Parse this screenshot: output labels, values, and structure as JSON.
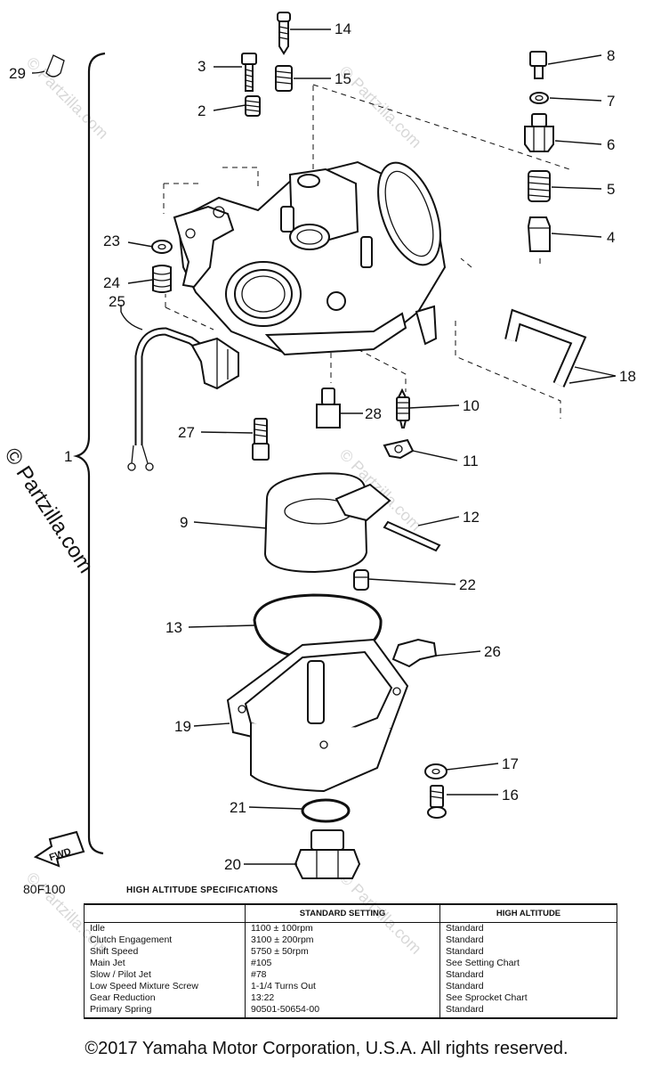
{
  "watermark": {
    "text": "© Partzilla.com"
  },
  "callouts": [
    {
      "id": "1",
      "label": "1"
    },
    {
      "id": "2",
      "label": "2"
    },
    {
      "id": "3",
      "label": "3"
    },
    {
      "id": "4",
      "label": "4"
    },
    {
      "id": "5",
      "label": "5"
    },
    {
      "id": "6",
      "label": "6"
    },
    {
      "id": "7",
      "label": "7"
    },
    {
      "id": "8",
      "label": "8"
    },
    {
      "id": "9",
      "label": "9"
    },
    {
      "id": "10",
      "label": "10"
    },
    {
      "id": "11",
      "label": "11"
    },
    {
      "id": "12",
      "label": "12"
    },
    {
      "id": "13",
      "label": "13"
    },
    {
      "id": "14",
      "label": "14"
    },
    {
      "id": "15",
      "label": "15"
    },
    {
      "id": "16",
      "label": "16"
    },
    {
      "id": "17",
      "label": "17"
    },
    {
      "id": "18",
      "label": "18"
    },
    {
      "id": "19",
      "label": "19"
    },
    {
      "id": "20",
      "label": "20"
    },
    {
      "id": "21",
      "label": "21"
    },
    {
      "id": "22",
      "label": "22"
    },
    {
      "id": "23",
      "label": "23"
    },
    {
      "id": "24",
      "label": "24"
    },
    {
      "id": "25",
      "label": "25"
    },
    {
      "id": "26",
      "label": "26"
    },
    {
      "id": "27",
      "label": "27"
    },
    {
      "id": "28",
      "label": "28"
    },
    {
      "id": "29",
      "label": "29"
    }
  ],
  "fwd_label": "FWD",
  "drawing_code": "80F100",
  "spec_table": {
    "title": "HIGH ALTITUDE SPECIFICATIONS",
    "headers": [
      "",
      "STANDARD SETTING",
      "HIGH ALTITUDE"
    ],
    "rows": [
      [
        "Idle",
        "1100 ± 100rpm",
        "Standard"
      ],
      [
        "Clutch Engagement",
        "3100 ± 200rpm",
        "Standard"
      ],
      [
        "Shift Speed",
        "5750 ± 50rpm",
        "Standard"
      ],
      [
        "Main Jet",
        "#105",
        "See Setting Chart"
      ],
      [
        "Slow / Pilot Jet",
        "#78",
        "Standard"
      ],
      [
        "Low Speed Mixture Screw",
        "1-1/4 Turns Out",
        "Standard"
      ],
      [
        "Gear Reduction",
        "13:22",
        "See Sprocket Chart"
      ],
      [
        "Primary Spring",
        "90501-50654-00",
        "Standard"
      ]
    ]
  },
  "copyright": "©2017 Yamaha Motor Corporation, U.S.A. All rights reserved."
}
